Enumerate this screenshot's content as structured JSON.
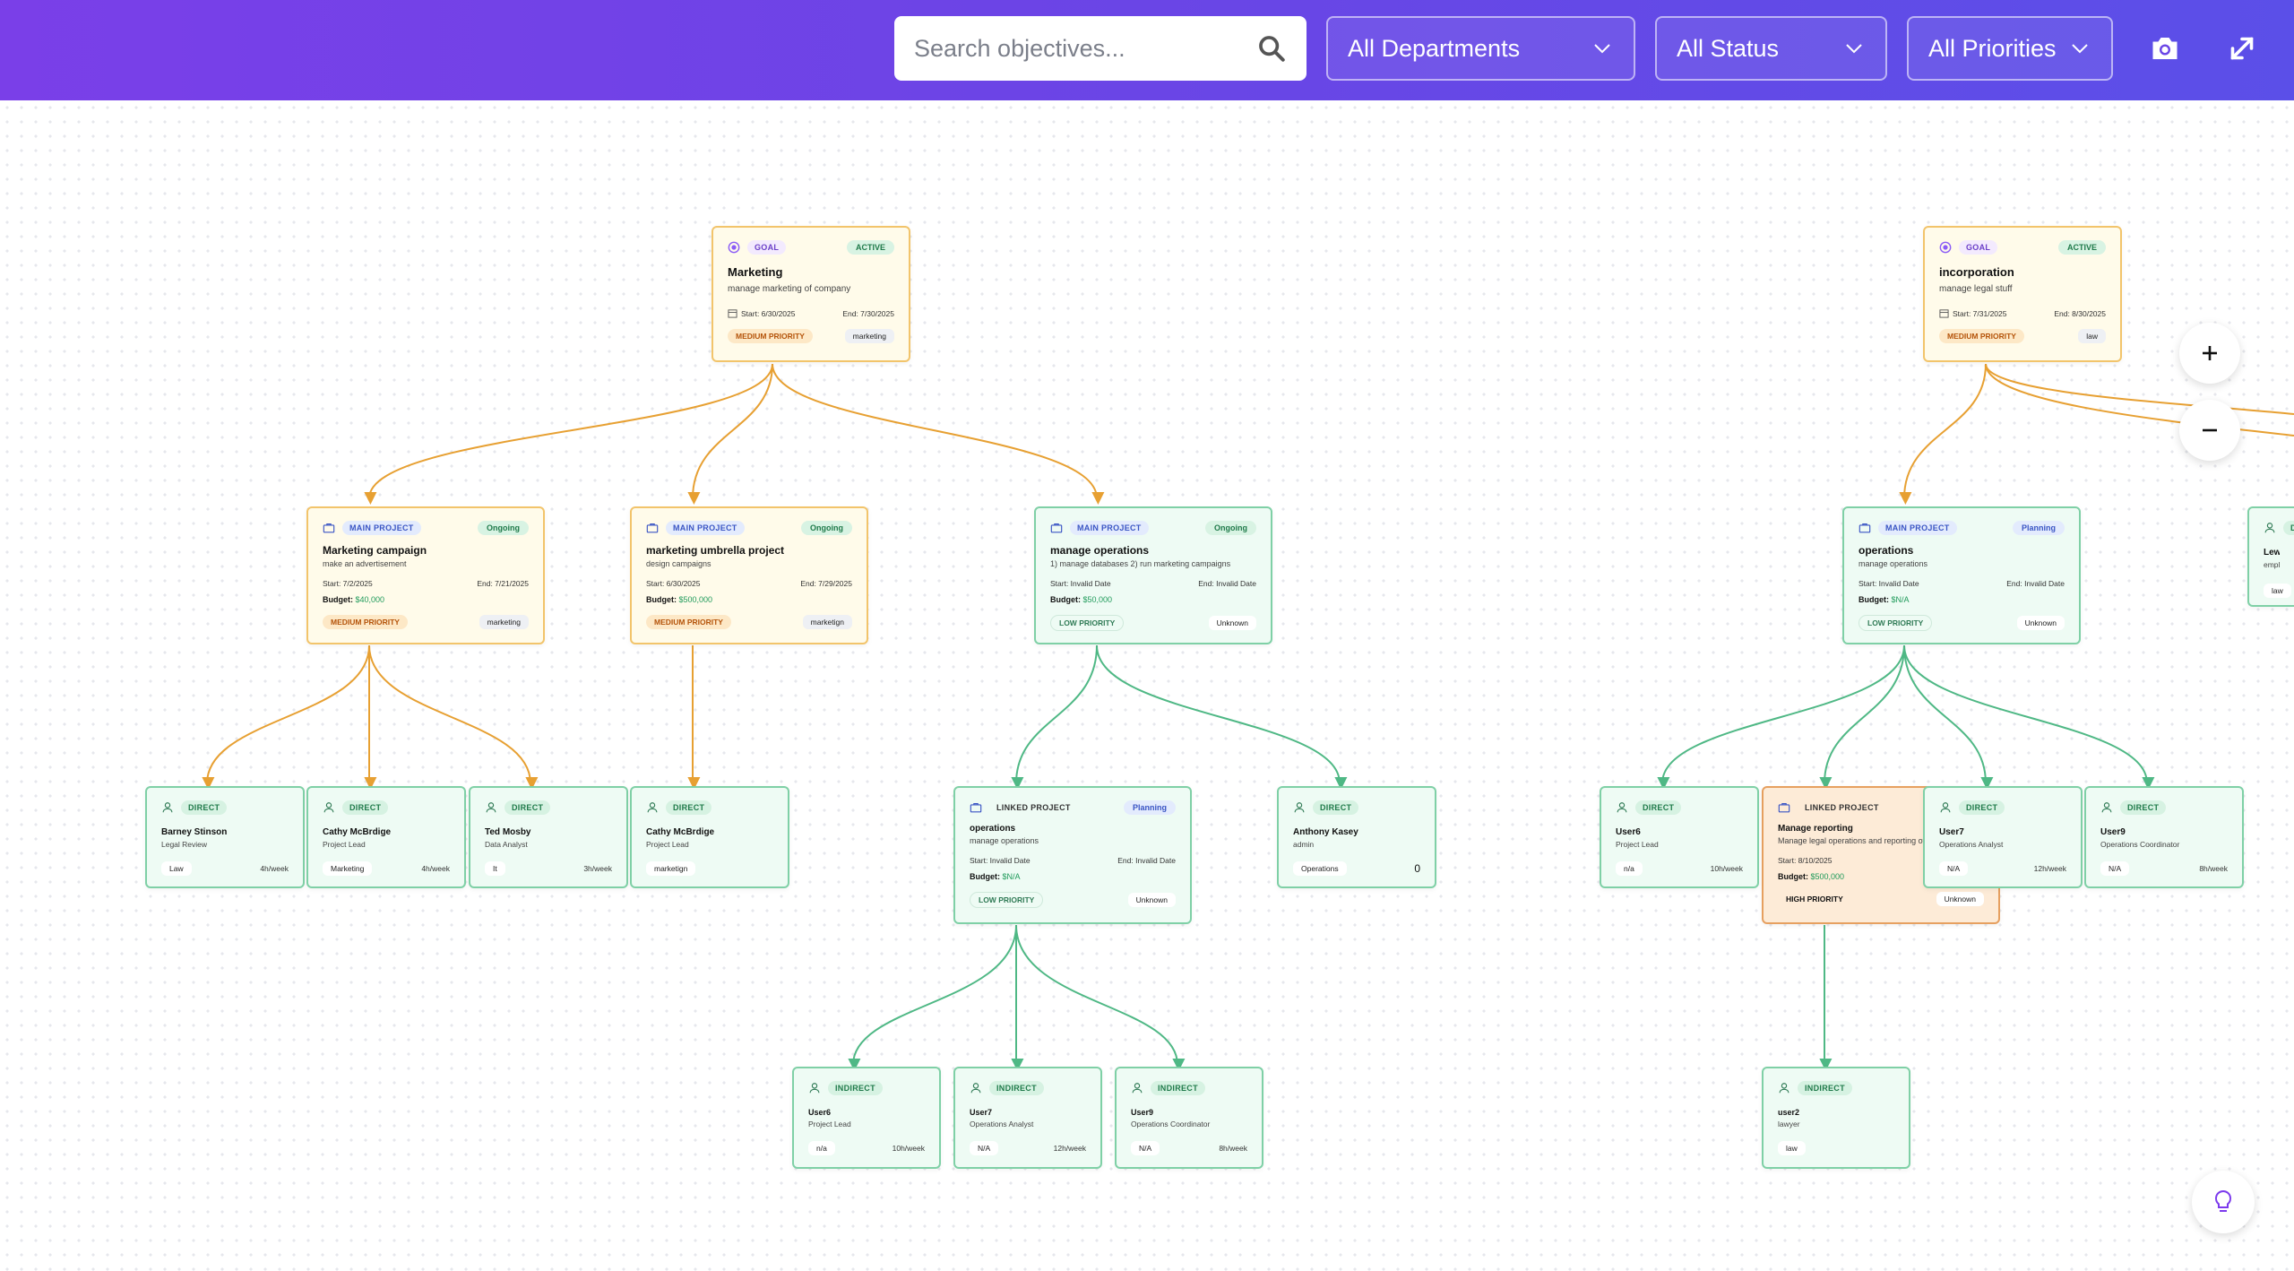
{
  "toolbar": {
    "search_placeholder": "Search objectives...",
    "department_filter": "All Departments",
    "status_filter": "All Status",
    "priority_filter": "All Priorities"
  },
  "goals": [
    {
      "type": "GOAL",
      "status": "ACTIVE",
      "title": "Marketing",
      "description": "manage marketing of company",
      "start": "Start: 6/30/2025",
      "end": "End: 7/30/2025",
      "priority": "MEDIUM PRIORITY",
      "department": "marketing"
    },
    {
      "type": "GOAL",
      "status": "ACTIVE",
      "title": "incorporation",
      "description": "manage legal stuff",
      "start": "Start: 7/31/2025",
      "end": "End: 8/30/2025",
      "priority": "MEDIUM PRIORITY",
      "department": "law"
    }
  ],
  "projects": [
    {
      "type": "MAIN PROJECT",
      "status": "Ongoing",
      "title": "Marketing campaign",
      "description": "make an advertisement",
      "start": "Start: 7/2/2025",
      "end": "End: 7/21/2025",
      "budget_label": "Budget:",
      "budget": "$40,000",
      "priority": "MEDIUM PRIORITY",
      "department": "marketing"
    },
    {
      "type": "MAIN PROJECT",
      "status": "Ongoing",
      "title": "marketing umbrella project",
      "description": "design campaigns",
      "start": "Start: 6/30/2025",
      "end": "End: 7/29/2025",
      "budget_label": "Budget:",
      "budget": "$500,000",
      "priority": "MEDIUM PRIORITY",
      "department": "marketign"
    },
    {
      "type": "MAIN PROJECT",
      "status": "Ongoing",
      "title": "manage operations",
      "description": "1) manage databases 2) run marketing campaigns",
      "start": "Start: Invalid Date",
      "end": "End: Invalid Date",
      "budget_label": "Budget:",
      "budget": "$50,000",
      "priority": "LOW PRIORITY",
      "department": "Unknown"
    },
    {
      "type": "MAIN PROJECT",
      "status": "Planning",
      "title": "operations",
      "description": "manage operations",
      "start": "Start: Invalid Date",
      "end": "End: Invalid Date",
      "budget_label": "Budget:",
      "budget": "$N/A",
      "priority": "LOW PRIORITY",
      "department": "Unknown"
    },
    {
      "type": "DI",
      "title": "Lewis D",
      "description": "employe",
      "department": "law"
    }
  ],
  "linked_projects": [
    {
      "type": "LINKED PROJECT",
      "status": "Planning",
      "title": "operations",
      "description": "manage operations",
      "start": "Start: Invalid Date",
      "end": "End: Invalid Date",
      "budget_label": "Budget:",
      "budget": "$N/A",
      "priority": "LOW PRIORITY",
      "department": "Unknown"
    },
    {
      "type": "LINKED PROJECT",
      "title": "Manage reporting",
      "description": "Manage legal operations and reporting of",
      "start": "Start: 8/10/2025",
      "budget_label": "Budget:",
      "budget": "$500,000",
      "priority": "HIGH PRIORITY",
      "department": "Unknown"
    }
  ],
  "direct_people": [
    {
      "type": "DIRECT",
      "name": "Barney Stinson",
      "role": "Legal Review",
      "department": "Law",
      "hours": "4h/week"
    },
    {
      "type": "DIRECT",
      "name": "Cathy McBrdige",
      "role": "Project Lead",
      "department": "Marketing",
      "hours": "4h/week"
    },
    {
      "type": "DIRECT",
      "name": "Ted Mosby",
      "role": "Data Analyst",
      "department": "It",
      "hours": "3h/week"
    },
    {
      "type": "DIRECT",
      "name": "Cathy McBrdige",
      "role": "Project Lead",
      "department": "marketign",
      "hours": ""
    },
    {
      "type": "DIRECT",
      "name": "Anthony Kasey",
      "role": "admin",
      "department": "Operations",
      "hours": "0"
    },
    {
      "type": "DIRECT",
      "name": "User6",
      "role": "Project Lead",
      "department": "n/a",
      "hours": "10h/week"
    },
    {
      "type": "DIRECT",
      "name": "User7",
      "role": "Operations Analyst",
      "department": "N/A",
      "hours": "12h/week"
    },
    {
      "type": "DIRECT",
      "name": "User9",
      "role": "Operations Coordinator",
      "department": "N/A",
      "hours": "8h/week"
    }
  ],
  "indirect_people": [
    {
      "type": "INDIRECT",
      "name": "User6",
      "role": "Project Lead",
      "department": "n/a",
      "hours": "10h/week"
    },
    {
      "type": "INDIRECT",
      "name": "User7",
      "role": "Operations Analyst",
      "department": "N/A",
      "hours": "12h/week"
    },
    {
      "type": "INDIRECT",
      "name": "User9",
      "role": "Operations Coordinator",
      "department": "N/A",
      "hours": "8h/week"
    },
    {
      "type": "INDIRECT",
      "name": "user2",
      "role": "lawyer",
      "department": "law",
      "hours": ""
    }
  ],
  "zoom": {
    "in": "+",
    "out": "−"
  },
  "colors": {
    "header_start": "#7a3fe8",
    "header_end": "#5b4fe8",
    "edge_orange": "#e7a032",
    "edge_green": "#4fb885"
  }
}
